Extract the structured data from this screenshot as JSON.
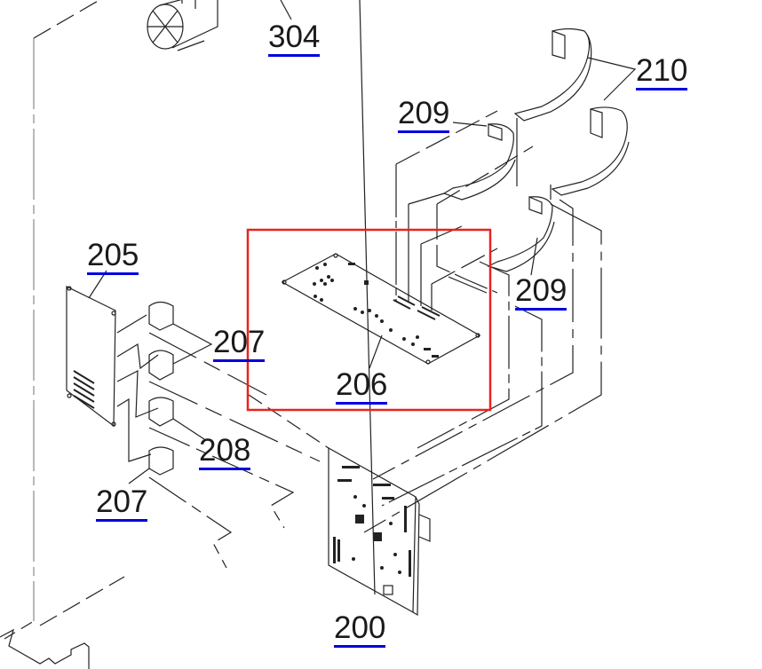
{
  "diagram": {
    "type": "exploded-parts-diagram",
    "highlight_color": "#e8231f",
    "underline_color": "#0000e0",
    "line_color": "#222222",
    "callouts": [
      {
        "id": "304",
        "label": "304"
      },
      {
        "id": "210",
        "label": "210"
      },
      {
        "id": "209a",
        "label": "209"
      },
      {
        "id": "209b",
        "label": "209"
      },
      {
        "id": "205",
        "label": "205"
      },
      {
        "id": "207a",
        "label": "207"
      },
      {
        "id": "206",
        "label": "206"
      },
      {
        "id": "208",
        "label": "208"
      },
      {
        "id": "207b",
        "label": "207"
      },
      {
        "id": "200",
        "label": "200"
      }
    ],
    "highlighted_part": "206"
  }
}
